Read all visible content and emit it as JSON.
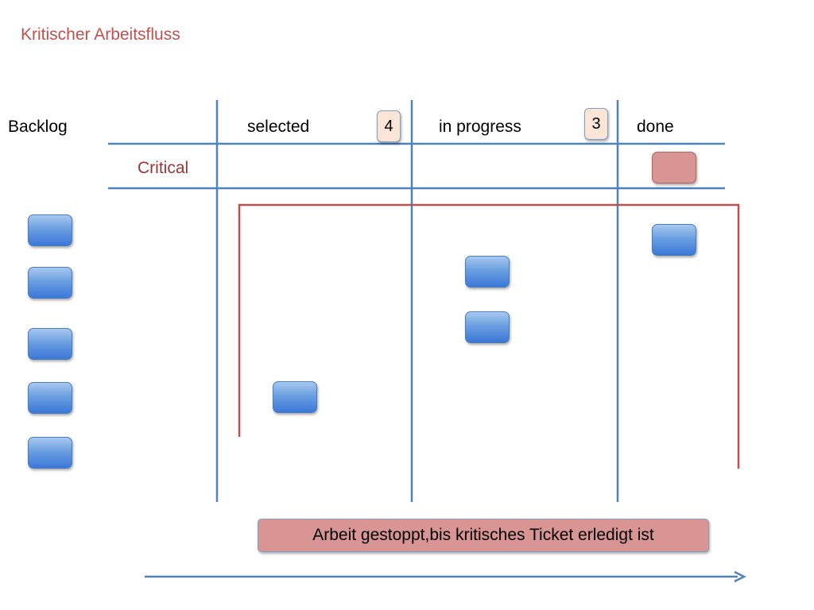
{
  "title": "Kritischer Arbeitsfluss",
  "columns": {
    "backlog": "Backlog",
    "selected": "selected",
    "in_progress": "in progress",
    "done": "done"
  },
  "wip_limits": {
    "selected": "4",
    "in_progress": "3"
  },
  "lanes": {
    "critical": "Critical"
  },
  "note": "Arbeit gestoppt,bis kritisches Ticket erledigt ist",
  "cards": {
    "backlog": 5,
    "selected": 1,
    "in_progress": 2,
    "done": 1,
    "done_critical": 1
  },
  "colors": {
    "title": "#c0504d",
    "critical_label": "#953735",
    "board_lines": "#4f81bd",
    "stop_line": "#c0504d",
    "card": "#4f81bd",
    "critical_card": "#d99594",
    "note_box": "#d99594",
    "wip_badge": "#fbe5d6"
  }
}
